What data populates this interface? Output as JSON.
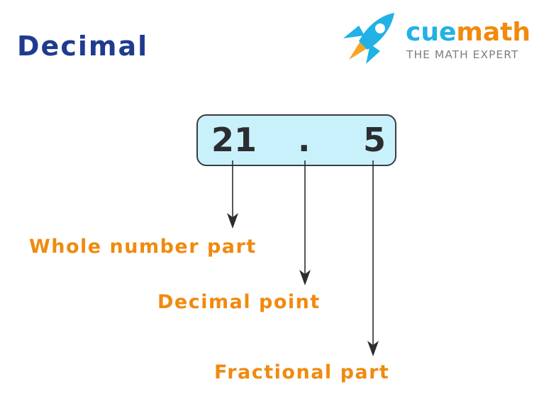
{
  "title": "Decimal",
  "logo": {
    "brand_first": "cue",
    "brand_second": "math",
    "tagline": "THE MATH EXPERT",
    "icon": "rocket-icon"
  },
  "number": {
    "whole": "21",
    "point": ".",
    "fraction": "5"
  },
  "labels": {
    "whole": "Whole number part",
    "point": "Decimal point",
    "fraction": "Fractional part"
  },
  "colors": {
    "title": "#1f3b8f",
    "label": "#f08a0e",
    "box_fill": "#c9f1fb",
    "brand_blue": "#21b1e6",
    "brand_orange": "#f08a0e"
  }
}
